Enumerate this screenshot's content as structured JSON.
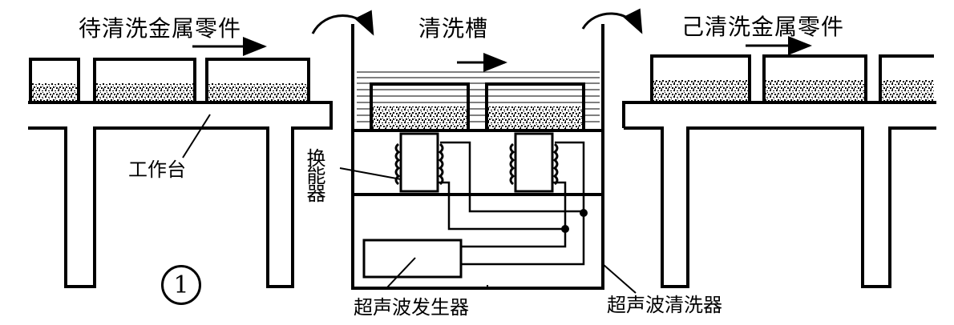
{
  "labels": {
    "left_title": "待清洗金属零件",
    "center_title": "清洗槽",
    "right_title": "己清洗金属零件",
    "workbench": "工作台",
    "transducer": "换能器",
    "generator": "超声波发生器",
    "cleaner": "超声波清洗器",
    "figure_number": "1"
  },
  "colors": {
    "ink": "#000000",
    "paper": "#ffffff",
    "liquid": "#555555"
  }
}
